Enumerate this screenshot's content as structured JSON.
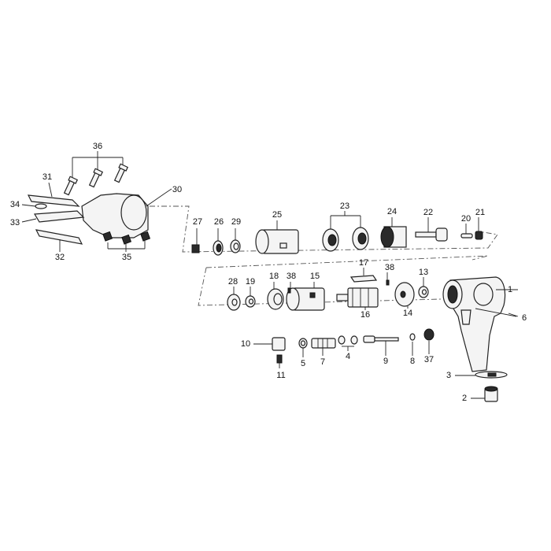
{
  "labels": {
    "l1": "1",
    "l2": "2",
    "l3": "3",
    "l4": "4",
    "l5": "5",
    "l6": "6",
    "l7": "7",
    "l8": "8",
    "l9": "9",
    "l10": "10",
    "l11": "11",
    "l13": "13",
    "l14": "14",
    "l15": "15",
    "l16": "16",
    "l17": "17",
    "l18": "18",
    "l19": "19",
    "l20": "20",
    "l21": "21",
    "l22": "22",
    "l23": "23",
    "l24": "24",
    "l25": "25",
    "l26": "26",
    "l27": "27",
    "l28": "28",
    "l29": "29",
    "l30": "30",
    "l31": "31",
    "l32": "32",
    "l33": "33",
    "l34": "34",
    "l35": "35",
    "l36": "36",
    "l37": "37",
    "l38a": "38",
    "l38b": "38"
  }
}
